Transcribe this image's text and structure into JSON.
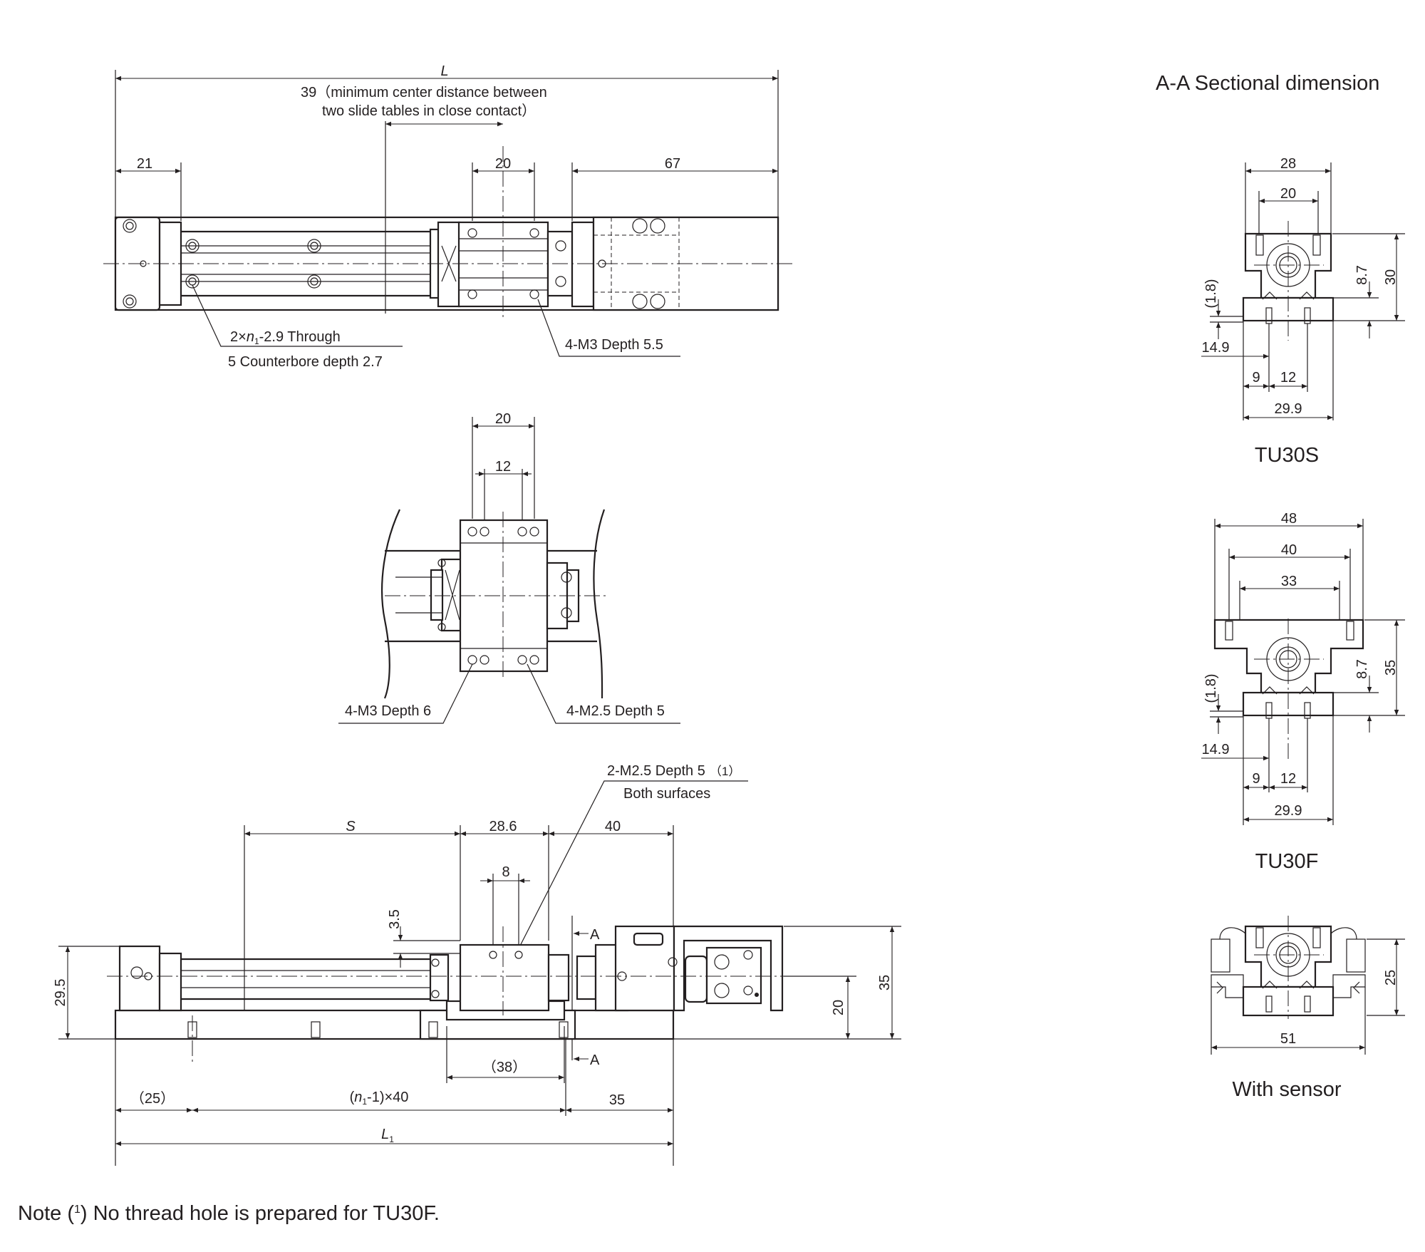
{
  "top_view": {
    "overall_length": "L",
    "min_center_note_line1": "39（minimum center distance between",
    "min_center_note_line2": "two slide tables in close contact）",
    "left_end": "21",
    "table_width": "20",
    "right_end": "67",
    "hole_note_line1_pre": "2×",
    "hole_note_line1_n": "n",
    "hole_note_line1_sub": "1",
    "hole_note_line1_post": "-2.9 Through",
    "hole_note_line2": "5 Counterbore depth 2.7",
    "table_tap": "4-M3 Depth 5.5"
  },
  "detail_view": {
    "outer_width": "20",
    "inner_width": "12",
    "left_tap": "4-M3 Depth 6",
    "right_tap": "4-M2.5 Depth 5"
  },
  "side_view": {
    "tap_note_line1": "2-M2.5 Depth 5",
    "tap_note_ref": "（1）",
    "tap_note_line2": "Both surfaces",
    "stroke": "S",
    "table_length": "28.6",
    "motor_offset": "40",
    "hole_pitch": "8",
    "hole_height": "3.5",
    "section_mark_top": "A",
    "section_mark_bottom": "A",
    "total_height_left": "29.5",
    "axis_height": "20",
    "total_height_right": "35",
    "base_span": "（38）",
    "left_margin": "（25）",
    "pitch_formula_n": "n",
    "pitch_formula_sub": "1",
    "pitch_formula_open": "(",
    "pitch_formula_rest": "-1)×40",
    "right_margin": "35",
    "base_length": "L",
    "base_length_sub": "1"
  },
  "section_heading": "A-A Sectional dimension",
  "tu30s": {
    "caption": "TU30S",
    "outer": "28",
    "inner": "20",
    "height": "30",
    "step": "8.7",
    "gap": "(1.8)",
    "rail_offset": "14.9",
    "a": "9",
    "b": "12",
    "rail_width": "29.9"
  },
  "tu30f": {
    "caption": "TU30F",
    "outer": "48",
    "mid": "40",
    "inner": "33",
    "height": "35",
    "step": "8.7",
    "gap": "(1.8)",
    "rail_offset": "14.9",
    "a": "9",
    "b": "12",
    "rail_width": "29.9"
  },
  "sensor_view": {
    "caption": "With sensor",
    "height": "25",
    "width": "51"
  },
  "footnote": {
    "prefix": "Note (",
    "ref": "1",
    "suffix": ")  No thread hole is prepared for TU30F."
  }
}
